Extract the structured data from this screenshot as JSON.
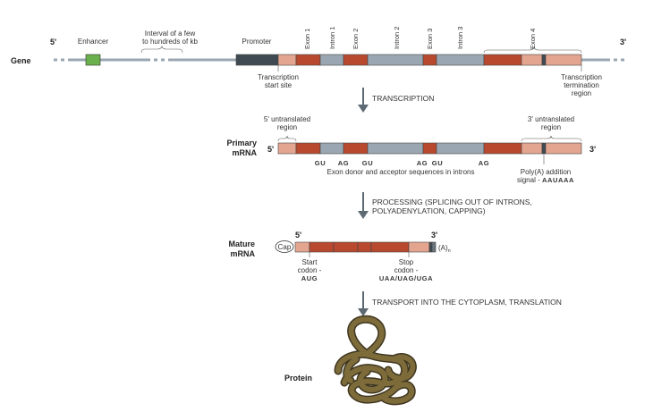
{
  "gene": {
    "label": "Gene",
    "five_prime": "5'",
    "three_prime": "3'",
    "enhancer": "Enhancer",
    "interval_line1": "Interval of a few",
    "interval_line2": "to hundreds of kb",
    "promoter": "Promoter",
    "exon1": "Exon 1",
    "intron1": "Intron 1",
    "exon2": "Exon 2",
    "intron2": "Intron 2",
    "exon3": "Exon 3",
    "intron3": "Intron 3",
    "exon4": "Exon 4",
    "tss_line1": "Transcription",
    "tss_line2": "start site",
    "term_line1": "Transcription",
    "term_line2": "termination",
    "term_line3": "region"
  },
  "step1": "TRANSCRIPTION",
  "primary": {
    "label_line1": "Primary",
    "label_line2": "mRNA",
    "five_prime": "5'",
    "three_prime": "3'",
    "utr5_line1": "5' untranslated",
    "utr5_line2": "region",
    "utr3_line1": "3' untranslated",
    "utr3_line2": "region",
    "splice_gu1": "GU",
    "splice_ag1": "AG",
    "splice_gu2": "GU",
    "splice_ag2": "AG",
    "splice_gu3": "GU",
    "splice_ag3": "AG",
    "splice_caption": "Exon donor and acceptor sequences in introns",
    "polya_line1": "Poly(A) addition",
    "polya_line2_prefix": "signal - ",
    "polya_signal": "AAUAAA"
  },
  "step2_line1": "PROCESSING (SPLICING OUT OF INTRONS,",
  "step2_line2": "POLYADENYLATION, CAPPING)",
  "mature": {
    "label_line1": "Mature",
    "label_line2": "mRNA",
    "five_prime": "5'",
    "three_prime": "3'",
    "cap": "Cap",
    "polya_tail": "(A)",
    "polya_sub": "n",
    "start_line1": "Start",
    "start_line2": "codon -",
    "start_codon": "AUG",
    "stop_line1": "Stop",
    "stop_line2": "codon -",
    "stop_codons": "UAA/UAG/UGA"
  },
  "step3": "TRANSPORT INTO THE CYTOPLASM, TRANSLATION",
  "protein": "Protein",
  "colors": {
    "exon": "#b8492f",
    "utr": "#e3a58f",
    "intron": "#9aa7b2",
    "promoter": "#3f4a52",
    "enhancer": "#6ab04c",
    "dna_line": "#9aa7b2",
    "protein": "#7d6b3a",
    "arrow": "#5d6a73"
  }
}
